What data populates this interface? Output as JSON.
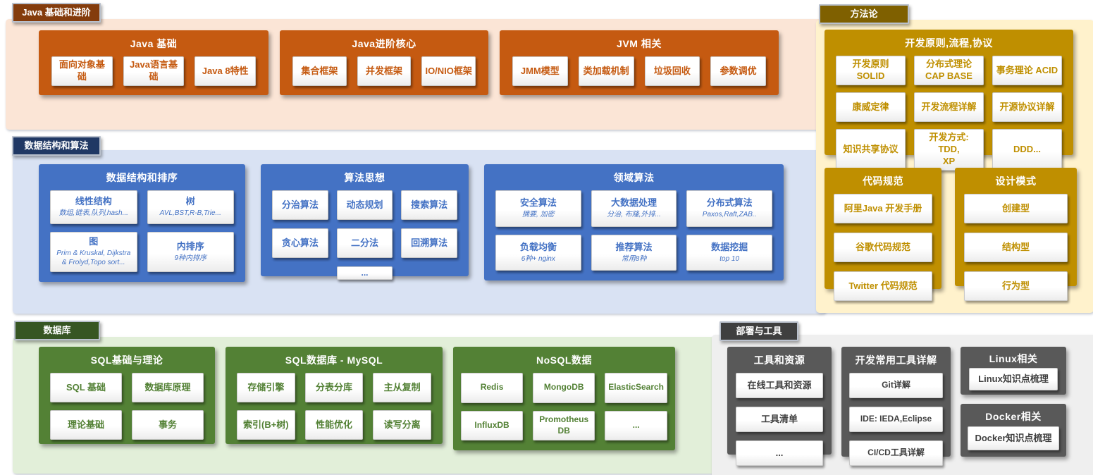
{
  "colors": {
    "orange": {
      "tag": "#843C0C",
      "panel": "#FBE5D6",
      "card": "#C55A11"
    },
    "blue": {
      "tag": "#203864",
      "panel": "#D9E2F3",
      "card": "#4472C4"
    },
    "green": {
      "tag": "#375623",
      "panel": "#E2EFD9",
      "card": "#538135"
    },
    "gold": {
      "tag": "#7F6000",
      "panel": "#FFF2CC",
      "card": "#BF8F00"
    },
    "gray": {
      "tag": "#3F3F3F",
      "panel": "#EFEFEF",
      "card": "#595959"
    }
  },
  "sections": {
    "java": {
      "tag": "Java 基础和进阶",
      "cards": [
        {
          "title": "Java 基础",
          "chips": [
            {
              "label": "面向对象基础"
            },
            {
              "label": "Java语言基础"
            },
            {
              "label": "Java 8特性"
            }
          ]
        },
        {
          "title": "Java进阶核心",
          "chips": [
            {
              "label": "集合框架"
            },
            {
              "label": "并发框架"
            },
            {
              "label": "IO/NIO框架"
            }
          ]
        },
        {
          "title": "JVM 相关",
          "chips": [
            {
              "label": "JMM模型"
            },
            {
              "label": "类加载机制"
            },
            {
              "label": "垃圾回收"
            },
            {
              "label": "参数调优"
            }
          ]
        }
      ]
    },
    "dsalgo": {
      "tag": "数据结构和算法",
      "cards": [
        {
          "title": "数据结构和排序",
          "chips": [
            {
              "label": "线性结构",
              "sub": "数组,链表,队列,hash..."
            },
            {
              "label": "树",
              "sub": "AVL,BST,R-B,Trie..."
            },
            {
              "label": "图",
              "sub": "Prim & Kruskal, Dijkstra & Frolyd,Topo sort..."
            },
            {
              "label": "内排序",
              "sub": "9种内排序"
            }
          ]
        },
        {
          "title": "算法思想",
          "chips": [
            {
              "label": "分治算法"
            },
            {
              "label": "动态规划"
            },
            {
              "label": "搜索算法"
            },
            {
              "label": "贪心算法"
            },
            {
              "label": "二分法"
            },
            {
              "label": "回溯算法"
            },
            {
              "label": "..."
            }
          ]
        },
        {
          "title": "领域算法",
          "chips": [
            {
              "label": "安全算法",
              "sub": "摘要, 加密"
            },
            {
              "label": "大数据处理",
              "sub": "分治, 布隆,外排..."
            },
            {
              "label": "分布式算法",
              "sub": "Paxos,Raft,ZAB.."
            },
            {
              "label": "负载均衡",
              "sub": "6种+ nginx"
            },
            {
              "label": "推荐算法",
              "sub": "常用8种"
            },
            {
              "label": "数据挖掘",
              "sub": "top 10"
            }
          ]
        }
      ]
    },
    "database": {
      "tag": "数据库",
      "cards": [
        {
          "title": "SQL基础与理论",
          "chips": [
            {
              "label": "SQL 基础"
            },
            {
              "label": "数据库原理"
            },
            {
              "label": "理论基础"
            },
            {
              "label": "事务"
            }
          ]
        },
        {
          "title": "SQL数据库 - MySQL",
          "chips": [
            {
              "label": "存储引擎"
            },
            {
              "label": "分表分库"
            },
            {
              "label": "主从复制"
            },
            {
              "label": "索引(B+树)"
            },
            {
              "label": "性能优化"
            },
            {
              "label": "读写分离"
            }
          ]
        },
        {
          "title": "NoSQL数据",
          "chips": [
            {
              "label": "Redis"
            },
            {
              "label": "MongoDB"
            },
            {
              "label": "ElasticSearch"
            },
            {
              "label": "InfluxDB"
            },
            {
              "label": "Promotheus DB"
            },
            {
              "label": "..."
            }
          ]
        }
      ]
    },
    "methodology": {
      "tag": "方法论",
      "cards": [
        {
          "title": "开发原则,流程,协议",
          "chips": [
            {
              "label": "开发原则 SOLID"
            },
            {
              "label": "分布式理论",
              "label2": "CAP BASE"
            },
            {
              "label": "事务理论 ACID"
            },
            {
              "label": "康威定律"
            },
            {
              "label": "开发流程详解"
            },
            {
              "label": "开源协议详解"
            },
            {
              "label": "知识共享协议"
            },
            {
              "label": "开发方式: TDD,",
              "label2": "XP"
            },
            {
              "label": "DDD..."
            }
          ]
        },
        {
          "title": "代码规范",
          "chips": [
            {
              "label": "阿里Java 开发手册"
            },
            {
              "label": "谷歌代码规范"
            },
            {
              "label": "Twitter 代码规范"
            }
          ]
        },
        {
          "title": "设计模式",
          "chips": [
            {
              "label": "创建型"
            },
            {
              "label": "结构型"
            },
            {
              "label": "行为型"
            }
          ]
        }
      ]
    },
    "deploy": {
      "tag": "部署与工具",
      "cards": [
        {
          "title": "工具和资源",
          "chips": [
            {
              "label": "在线工具和资源"
            },
            {
              "label": "工具清单"
            },
            {
              "label": "..."
            }
          ]
        },
        {
          "title": "开发常用工具详解",
          "chips": [
            {
              "label": "Git详解"
            },
            {
              "label": "IDE: IEDA,Eclipse"
            },
            {
              "label": "CI/CD工具详解"
            }
          ]
        },
        {
          "title": "Linux相关",
          "chips": [
            {
              "label": "Linux知识点梳理"
            }
          ]
        },
        {
          "title": "Docker相关",
          "chips": [
            {
              "label": "Docker知识点梳理"
            }
          ]
        }
      ]
    }
  }
}
